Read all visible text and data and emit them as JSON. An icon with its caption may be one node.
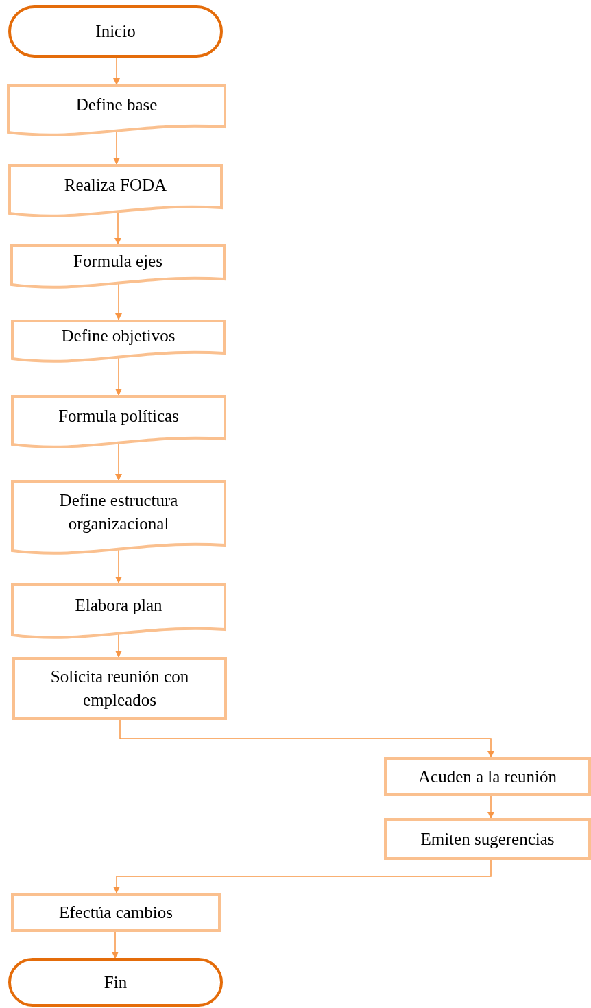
{
  "diagram": {
    "nodes": [
      {
        "text": [
          "Inicio"
        ]
      },
      {
        "text": [
          "Define base"
        ]
      },
      {
        "text": [
          "Realiza FODA"
        ]
      },
      {
        "text": [
          "Formula ejes"
        ]
      },
      {
        "text": [
          "Define objetivos"
        ]
      },
      {
        "text": [
          "Formula políticas"
        ]
      },
      {
        "text": [
          "Define estructura organizacional"
        ]
      },
      {
        "text": [
          "Elabora plan"
        ]
      },
      {
        "text": [
          "Solicita reunión con empleados"
        ]
      },
      {
        "text": [
          "Acuden a la reunión"
        ]
      },
      {
        "text": [
          "Emiten sugerencias"
        ]
      },
      {
        "text": [
          "Efectúa cambios"
        ]
      },
      {
        "text": [
          "Fin"
        ]
      }
    ],
    "edges": [
      {
        "from": 0,
        "to": 1,
        "arrow": "to"
      },
      {
        "from": 1,
        "to": 2,
        "arrow": "to"
      },
      {
        "from": 2,
        "to": 3,
        "arrow": "to"
      },
      {
        "from": 3,
        "to": 4,
        "arrow": "to"
      },
      {
        "from": 4,
        "to": 5,
        "arrow": "to"
      },
      {
        "from": 5,
        "to": 6,
        "arrow": "to"
      },
      {
        "from": 6,
        "to": 7,
        "arrow": "to"
      },
      {
        "from": 7,
        "to": 8,
        "arrow": "to"
      },
      {
        "from": 8,
        "to": 9,
        "arrow": "to"
      },
      {
        "from": 9,
        "to": 10,
        "arrow": "to"
      },
      {
        "from": 10,
        "to": 11,
        "arrow": "to"
      },
      {
        "from": 11,
        "to": 12,
        "arrow": "to"
      }
    ]
  }
}
